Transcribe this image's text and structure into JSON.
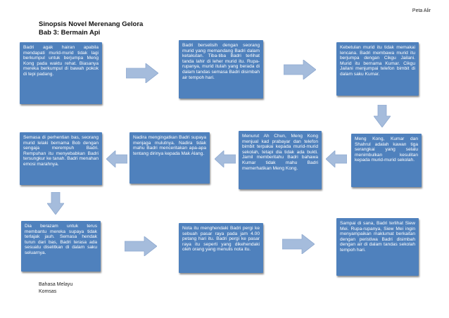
{
  "page_label": "Peta Alir",
  "title_line1": "Sinopsis Novel Merenang Gelora",
  "title_line2": "Bab 3: Bermain Api",
  "footer_line1": "Bahasa Melayu",
  "footer_line2": "Komsas",
  "colors": {
    "box_fill": "#4f81bd",
    "arrow_fill": "#a5bcdc",
    "box_text": "#ffffff"
  },
  "boxes": [
    "Badri agak hairan apabila mendapati murid-murid tidak lagi berkumpul untuk berjumpa Meng Kong pada waktu rehat. Biasanya mereka berkumpul di bawah pokok di tepi padang.",
    "Badri berselisih dengan seorang murid yang memandang Badri dalam ketakutan. Tiba-tiba Badri terlihat tanda lahir di leher murid itu. Rupa-rupanya, murid itulah yang berada di dalam tandas semasa Badri disimbah air tempoh hari.",
    "Kebetulan murid itu tidak memakai lencana. Badri membawa murid itu berjumpa dengan Cikgu Jailani. Murid itu bernama Kumar. Cikgu Jailani menjumpai telefon bimbit di dalam saku Kumar.",
    "Meng Kong, Kumar dan Shahrul adalah kawan tiga serangkai yang selalu menimbulkan kesulitan kepada murid-murid sekolah.",
    "Menurut Ah Chun, Meng Kong menjual kad prabayar dan telefon bimbit terpakai kepada murid-murid sekolah, tetapi dia tidak ada bukti. Jamil memberitahu Badri bahawa Kumar tidak mahu Badri memerhatikan Meng Kong.",
    "Nadira mengingatkan Badri supaya menjaga mulutnya. Nadira tidak mahu Badri menceritakan apa-apa tentang dirinya kepada Mak Alang.",
    "Semasa di perhentian bas, seorang murid lelaki bernama Bob dengan sengaja merempuh Badri. Rempuhan itu menyebabkan Badri tersungkur ke tanah. Badri menahan emosi marahnya.",
    "Dia berazam untuk terus membantu mereka supaya tidak terlajak jauh. Semasa hendak turun dari bas, Badri terasa ada sesuatu diselitkan di dalam saku seluarnya.",
    "Nota itu menghendaki Badri pergi ke sebuah pasar raya pada jam 4.00 petang hari itu. Badri pergi ke pasar raya itu seperti yang dikehendaki oleh orang yang menulis nota itu.",
    "Sampai di sana, Badri terlihat Siew Mei. Rupa-rupanya, Siew Mei ingin menyampaikan maklumat berkaitan dengan peristiwa Badri disimbah dengan air di dalam tandas sekolah tempoh hari."
  ]
}
